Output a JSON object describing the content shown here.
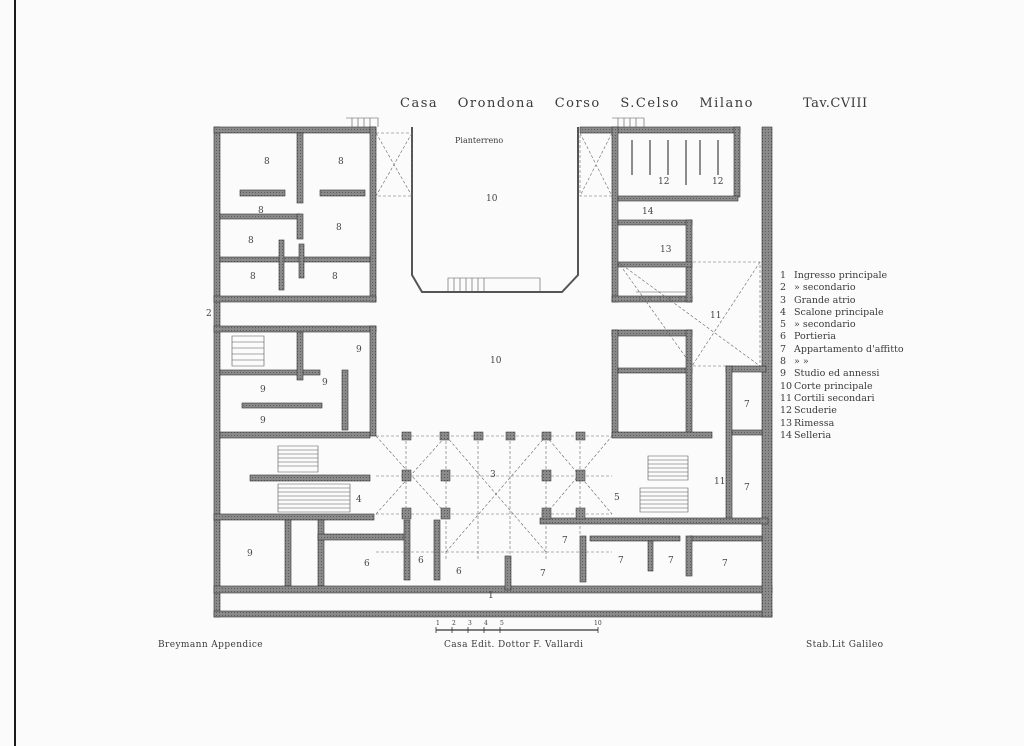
{
  "header": {
    "title": "Casa Orondona Corso S.Celso Milano",
    "plate": "Tav.CVIII",
    "floor": "Pianterreno"
  },
  "legend": [
    {
      "num": "1",
      "label": "Ingresso principale"
    },
    {
      "num": "2",
      "label": "» secondario"
    },
    {
      "num": "3",
      "label": "Grande atrio"
    },
    {
      "num": "4",
      "label": "Scalone principale"
    },
    {
      "num": "5",
      "label": "» secondario"
    },
    {
      "num": "6",
      "label": "Portieria"
    },
    {
      "num": "7",
      "label": "Appartamento d'affitto"
    },
    {
      "num": "8",
      "label": "» »"
    },
    {
      "num": "9",
      "label": "Studio ed annessi"
    },
    {
      "num": "10",
      "label": "Corte principale"
    },
    {
      "num": "11",
      "label": "Cortili secondari"
    },
    {
      "num": "12",
      "label": "Scuderie"
    },
    {
      "num": "13",
      "label": "Rimessa"
    },
    {
      "num": "14",
      "label": "Selleria"
    }
  ],
  "room_labels": {
    "r1": "1",
    "r2": "2",
    "r3": "3",
    "r4": "4",
    "r5": "5",
    "r6": "6",
    "r7": "7",
    "r8": "8",
    "r9": "9",
    "r10": "10",
    "r11": "11",
    "r12": "12",
    "r13": "13",
    "r14": "14"
  },
  "scale": {
    "ticks": [
      "1",
      "2",
      "3",
      "4",
      "5"
    ],
    "end": "10"
  },
  "footer": {
    "left": "Breymann Appendice",
    "center": "Casa Edit. Dottor F. Vallardi",
    "right": "Stab.Lit Galileo"
  }
}
